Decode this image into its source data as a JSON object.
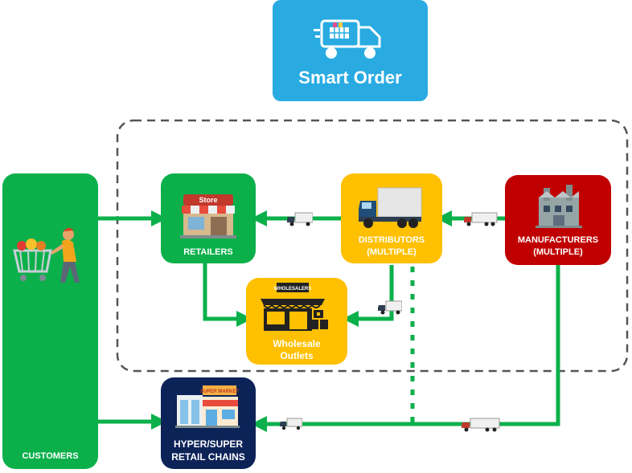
{
  "header": {
    "title": "Smart Order"
  },
  "nodes": {
    "customers": {
      "label": "CUSTOMERS"
    },
    "retailers": {
      "label": "RETAILERS"
    },
    "distributors": {
      "label_line1": "DISTRIBUTORS",
      "label_line2": "(MULTIPLE)"
    },
    "manufacturers": {
      "label_line1": "MANUFACTURERS",
      "label_line2": "(MULTIPLE)"
    },
    "wholesale": {
      "label_line1": "Wholesale",
      "label_line2": "Outlets",
      "sign": "WHOLESALERS"
    },
    "hyper": {
      "label_line1": "HYPER/SUPER",
      "label_line2": "RETAIL CHAINS",
      "sign": "SUPER MARKET"
    }
  },
  "icons": {
    "retailers": {
      "sign": "Store"
    }
  },
  "colors": {
    "green": "#0bb04b",
    "yellow": "#ffc000",
    "red": "#c00000",
    "navy": "#0c2358",
    "blue": "#29abe2",
    "dashed_border": "#555555"
  }
}
